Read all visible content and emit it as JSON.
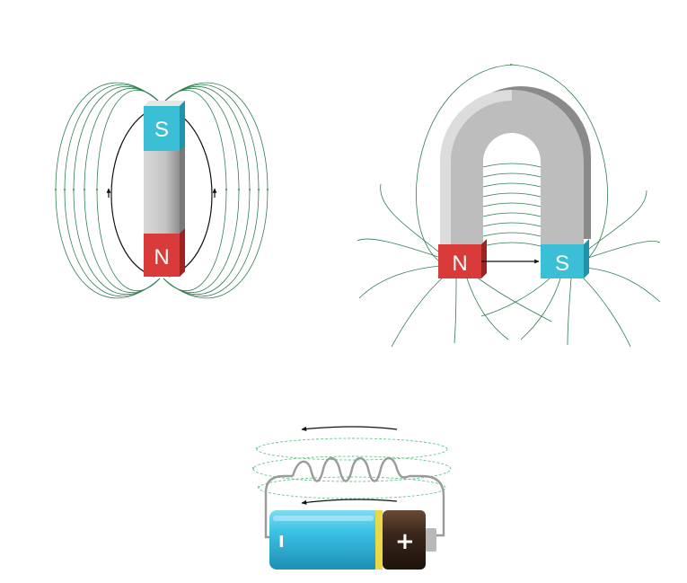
{
  "bar_magnet": {
    "top_pole": "S",
    "bottom_pole": "N"
  },
  "horseshoe_magnet": {
    "left_pole": "N",
    "right_pole": "S"
  },
  "battery": {
    "negative_label": "I",
    "positive_label": "+"
  },
  "colors": {
    "field_line": "#2f7f4f",
    "coil_field": "#63c98a",
    "north": "#d93b3b",
    "south": "#3bbfd6",
    "magnet_body": "#c4c4c4",
    "battery_body": "#3cc3e6",
    "battery_cap": "#3a261b",
    "battery_band": "#e8d84a",
    "wire": "#9a9a9a",
    "arrow": "#111111"
  },
  "icons": [
    "bar-magnet-icon",
    "horseshoe-magnet-icon",
    "battery-icon",
    "coil-icon"
  ]
}
